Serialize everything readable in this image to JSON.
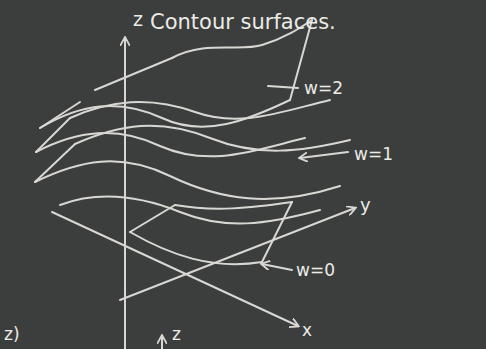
{
  "diagram": {
    "title": "Contour surfaces.",
    "labels": [
      "z",
      "w=2",
      "w=1",
      "y",
      "w=0",
      "x",
      "z)",
      "z"
    ]
  }
}
